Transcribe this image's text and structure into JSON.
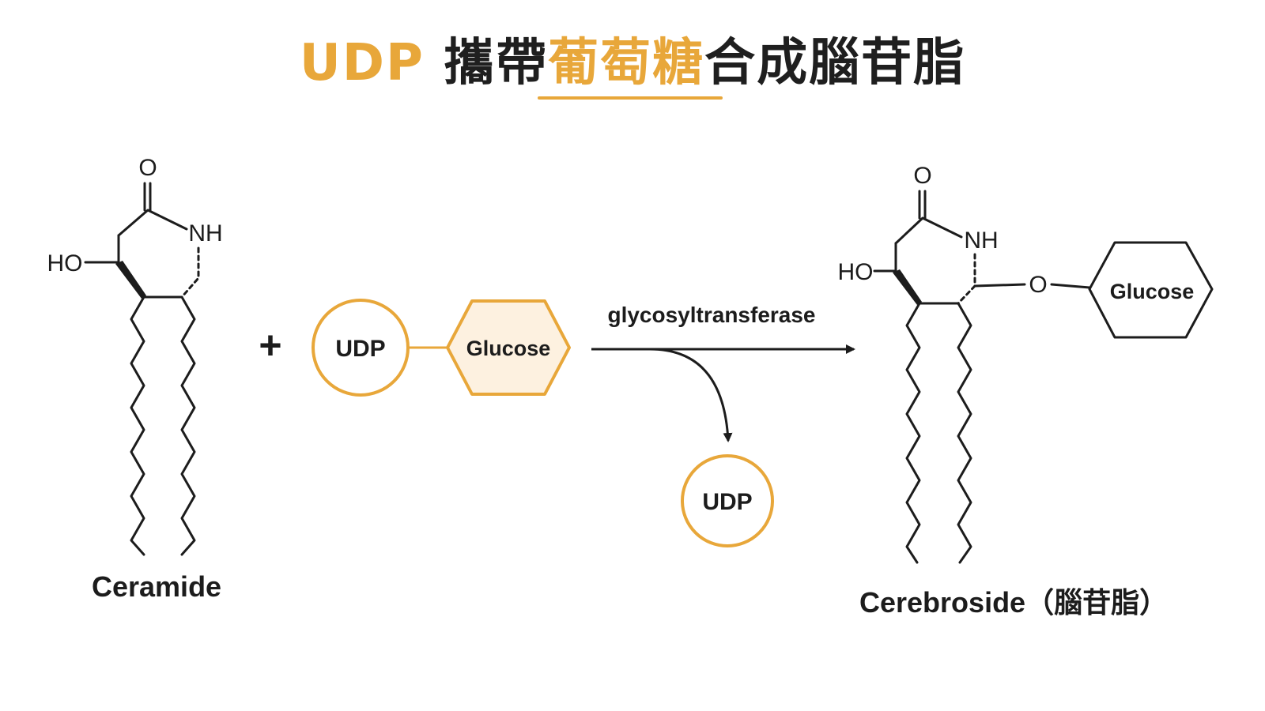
{
  "title": {
    "part_udp": "UDP",
    "part_carry": "攜帶",
    "part_glucose": "葡萄糖",
    "part_rest": "合成腦苷脂"
  },
  "colors": {
    "accent": "#e8a73a",
    "hex_fill": "#fdf1e0",
    "ink": "#1c1c1c"
  },
  "ceramide": {
    "atom_o": "O",
    "atom_nh": "NH",
    "atom_ho": "HO",
    "label": "Ceramide"
  },
  "reaction": {
    "plus": "+",
    "donor_udp": "UDP",
    "donor_glucose": "Glucose",
    "enzyme": "glycosyltransferase",
    "released_udp": "UDP"
  },
  "cerebroside": {
    "atom_o": "O",
    "atom_nh": "NH",
    "atom_ho": "HO",
    "atom_link_o": "O",
    "glucose": "Glucose",
    "label_en": "Cerebroside",
    "label_zh": "（腦苷脂）"
  }
}
